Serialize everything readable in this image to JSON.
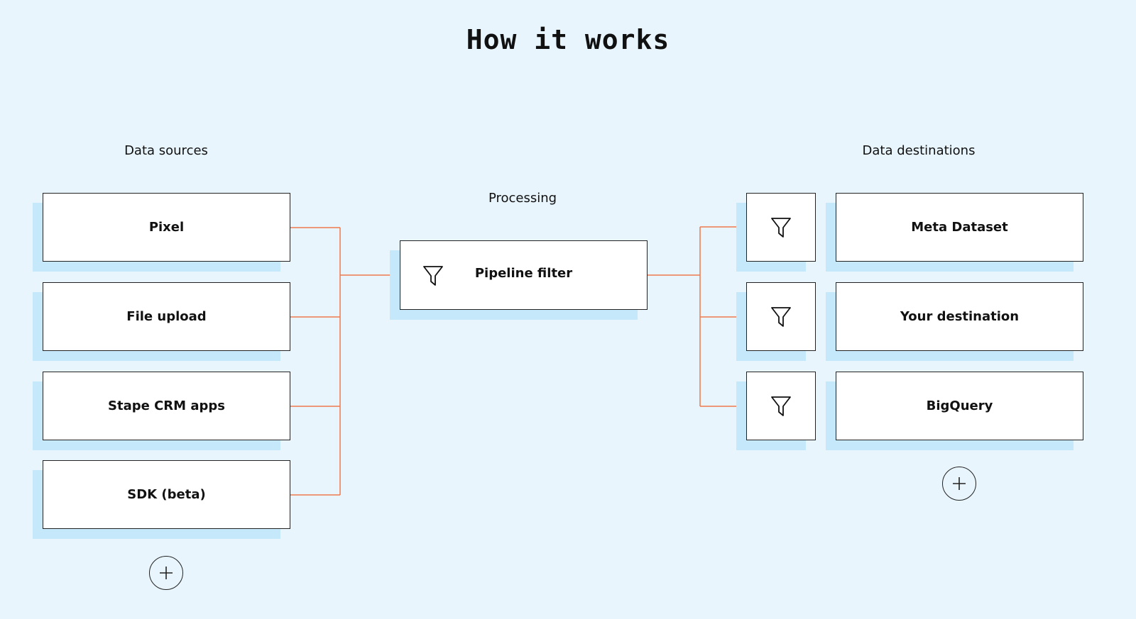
{
  "title": "How it works",
  "sources": {
    "label": "Data sources",
    "items": [
      "Pixel",
      "File upload",
      "Stape CRM apps",
      "SDK (beta)"
    ]
  },
  "processing": {
    "label": "Processing",
    "item": "Pipeline filter",
    "icon": "filter-icon"
  },
  "destinations": {
    "label": "Data destinations",
    "items": [
      "Meta Dataset",
      "Your destination",
      "BigQuery"
    ],
    "filter_icon": "filter-icon"
  },
  "add_icon": "plus-icon",
  "colors": {
    "background": "#e8f5fd",
    "shadow": "#c6e8fb",
    "connector": "#f07a4f",
    "border": "#222222"
  }
}
